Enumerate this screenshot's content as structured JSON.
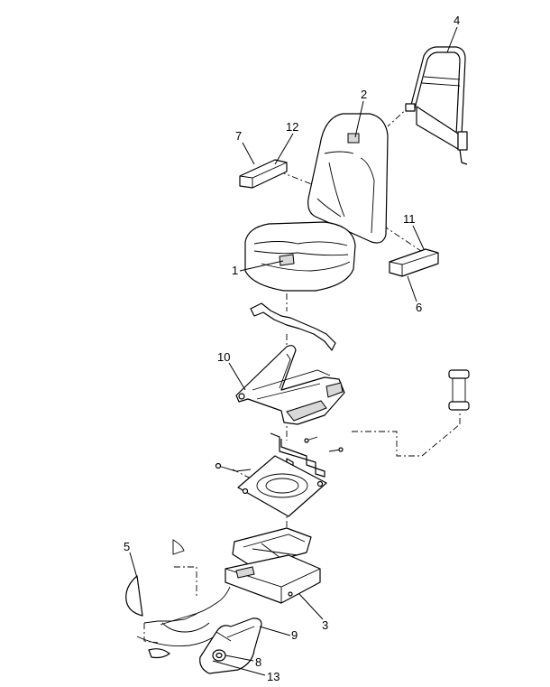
{
  "callouts": [
    {
      "id": "1",
      "label": "1"
    },
    {
      "id": "2",
      "label": "2"
    },
    {
      "id": "3",
      "label": "3"
    },
    {
      "id": "4",
      "label": "4"
    },
    {
      "id": "5",
      "label": "5"
    },
    {
      "id": "6",
      "label": "6"
    },
    {
      "id": "7",
      "label": "7"
    },
    {
      "id": "8",
      "label": "8"
    },
    {
      "id": "9",
      "label": "9"
    },
    {
      "id": "10",
      "label": "10"
    },
    {
      "id": "11",
      "label": "11"
    },
    {
      "id": "12",
      "label": "12"
    },
    {
      "id": "13",
      "label": "13"
    }
  ],
  "colors": {
    "line": "#000000",
    "background": "#ffffff",
    "shade": "#d8d8d8"
  }
}
